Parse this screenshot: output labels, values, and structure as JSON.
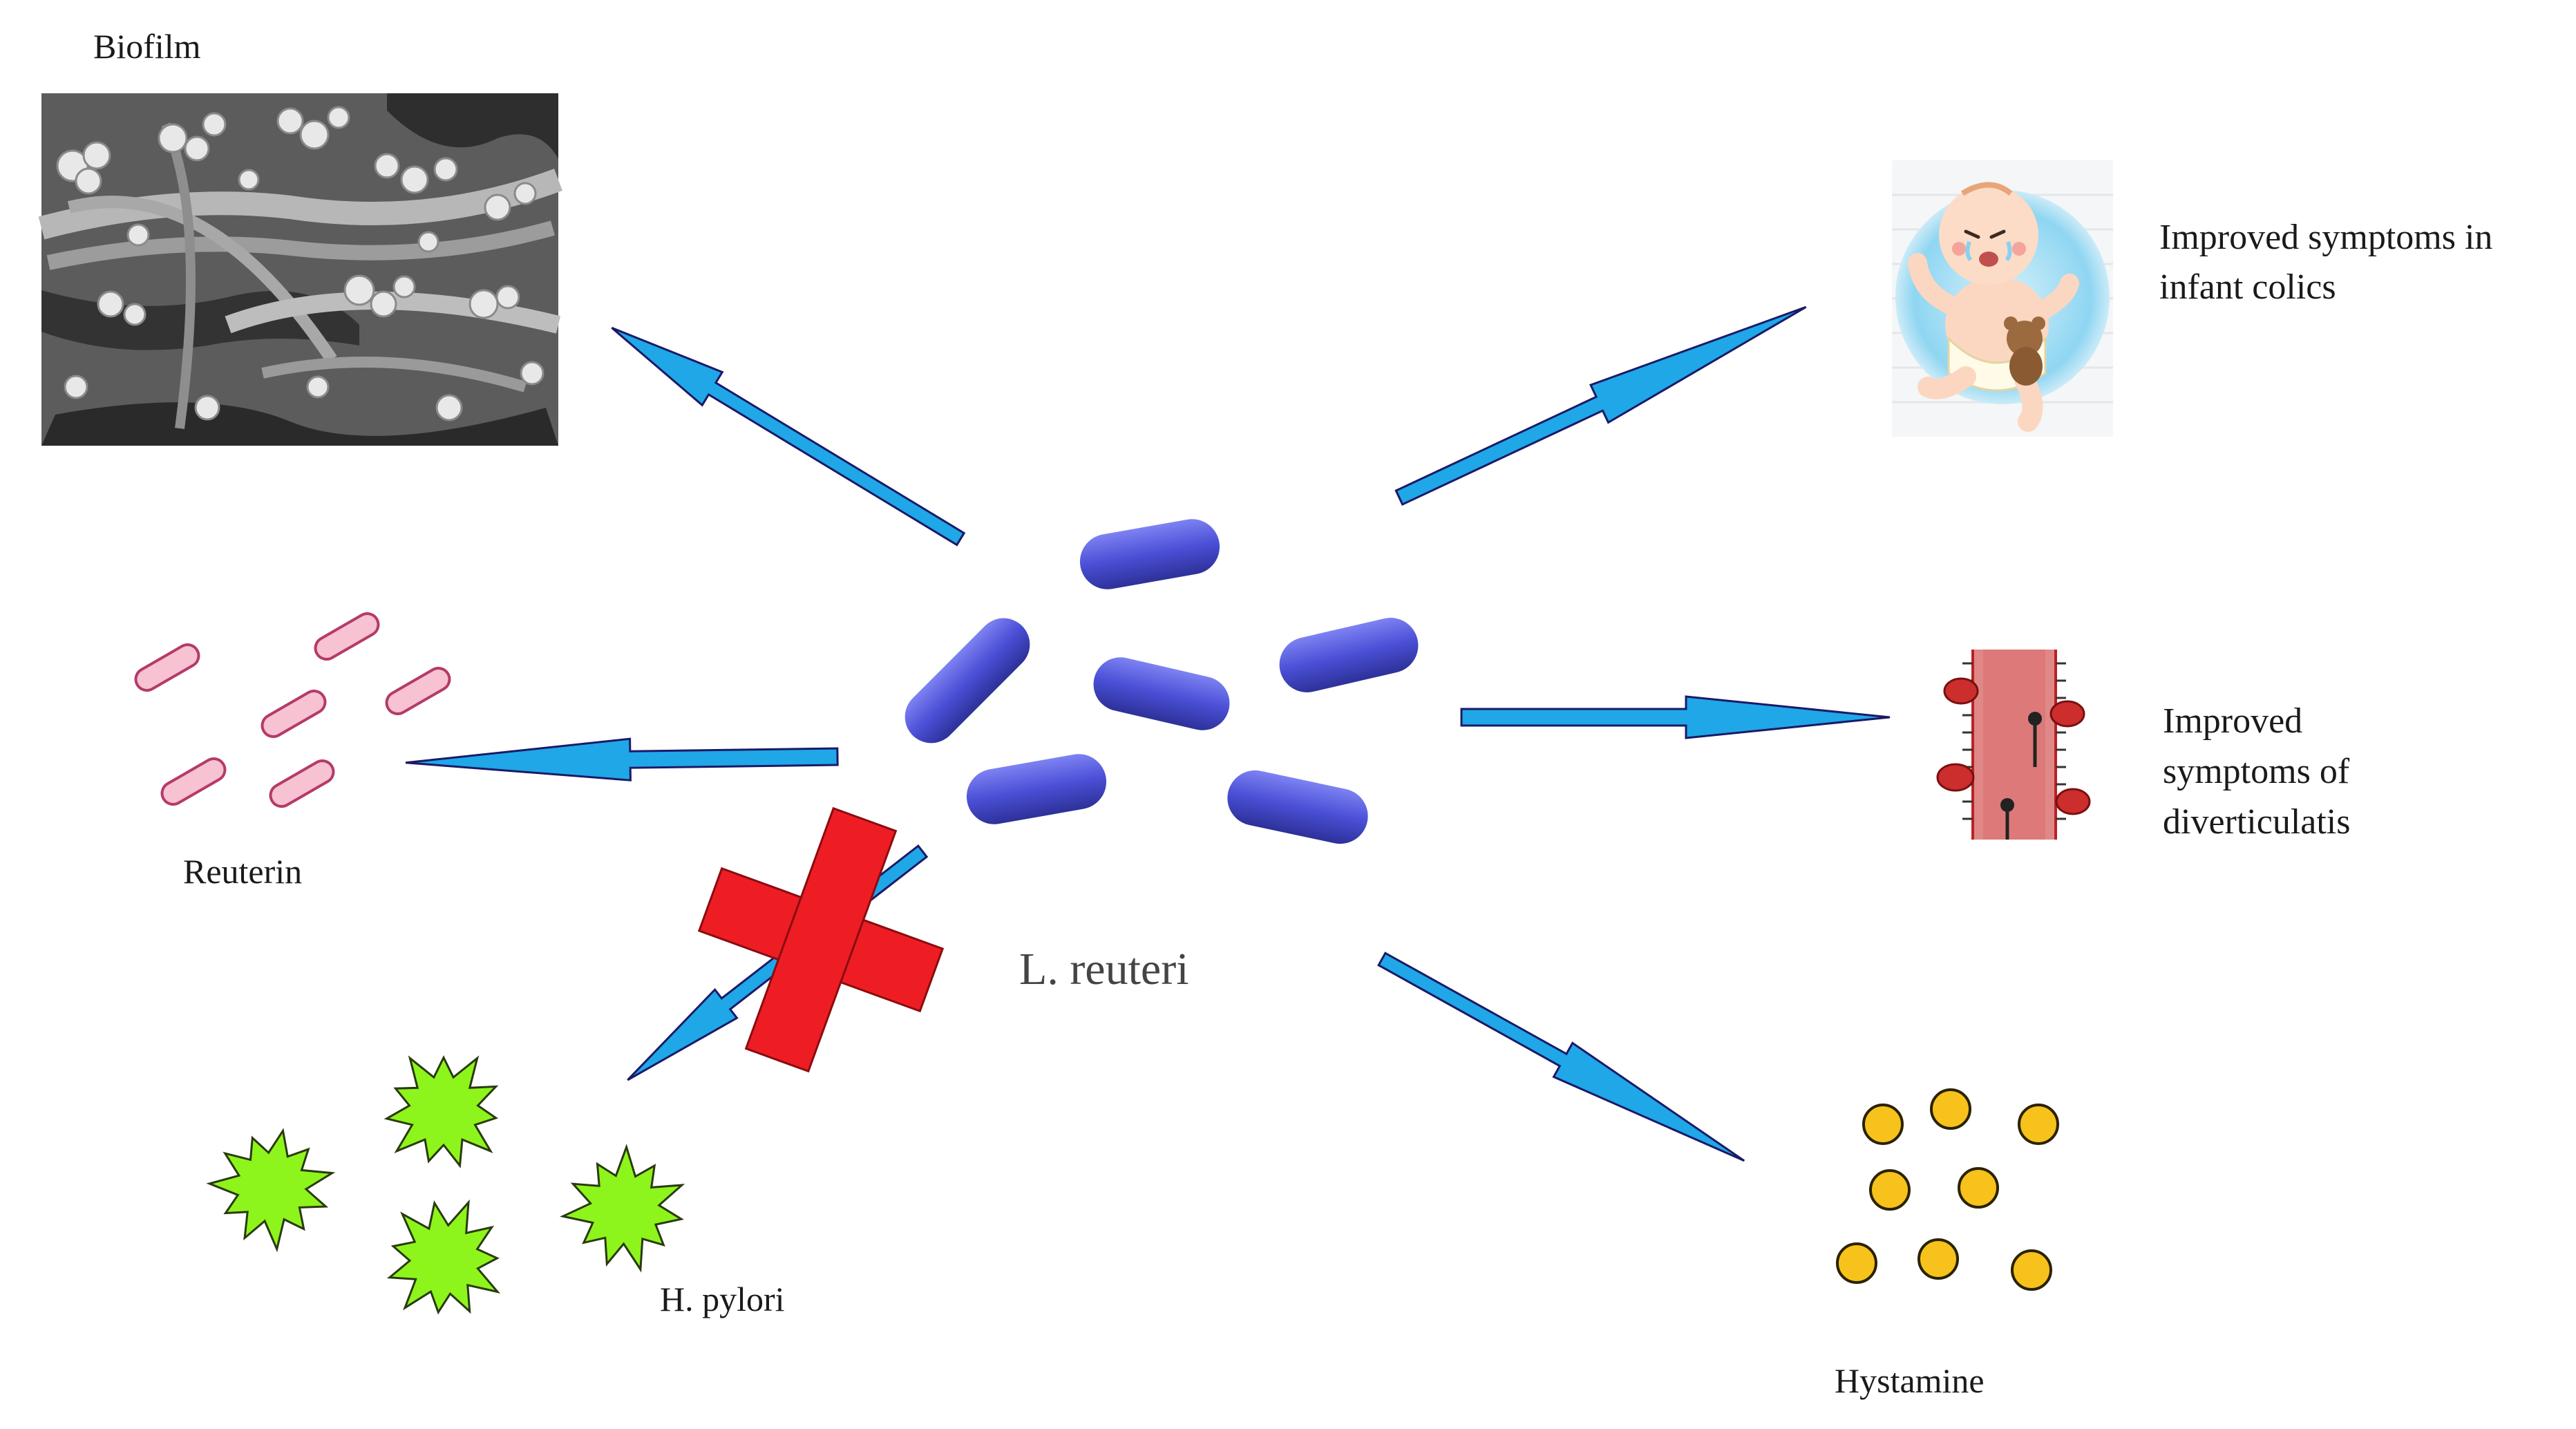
{
  "labels": {
    "biofilm": "Biofilm",
    "reuterin": "Reuterin",
    "h_pylori": "H. pylori",
    "l_reuteri": "L. reuteri",
    "colic_line1": "Improved symptoms in",
    "colic_line2": "infant colics",
    "divert_line1": "Improved",
    "divert_line2": "symptoms of",
    "divert_line3": "diverticulatis",
    "hystamine": "Hystamine"
  },
  "colors": {
    "arrow": "#1fa7e8",
    "arrow_stroke": "#1a1a66",
    "rod": "#4a4fd6",
    "reuterin_rod": "#f7c2d1",
    "h_pylori": "#8ef51c",
    "hystamine": "#f6c21b",
    "cross": "#ee1d24"
  },
  "icons": {
    "biofilm": "biofilm-micrograph",
    "infant": "crying-infant-illustration",
    "diverticulitis": "intestine-diverticula-illustration",
    "inhibition": "red-cross-icon"
  }
}
